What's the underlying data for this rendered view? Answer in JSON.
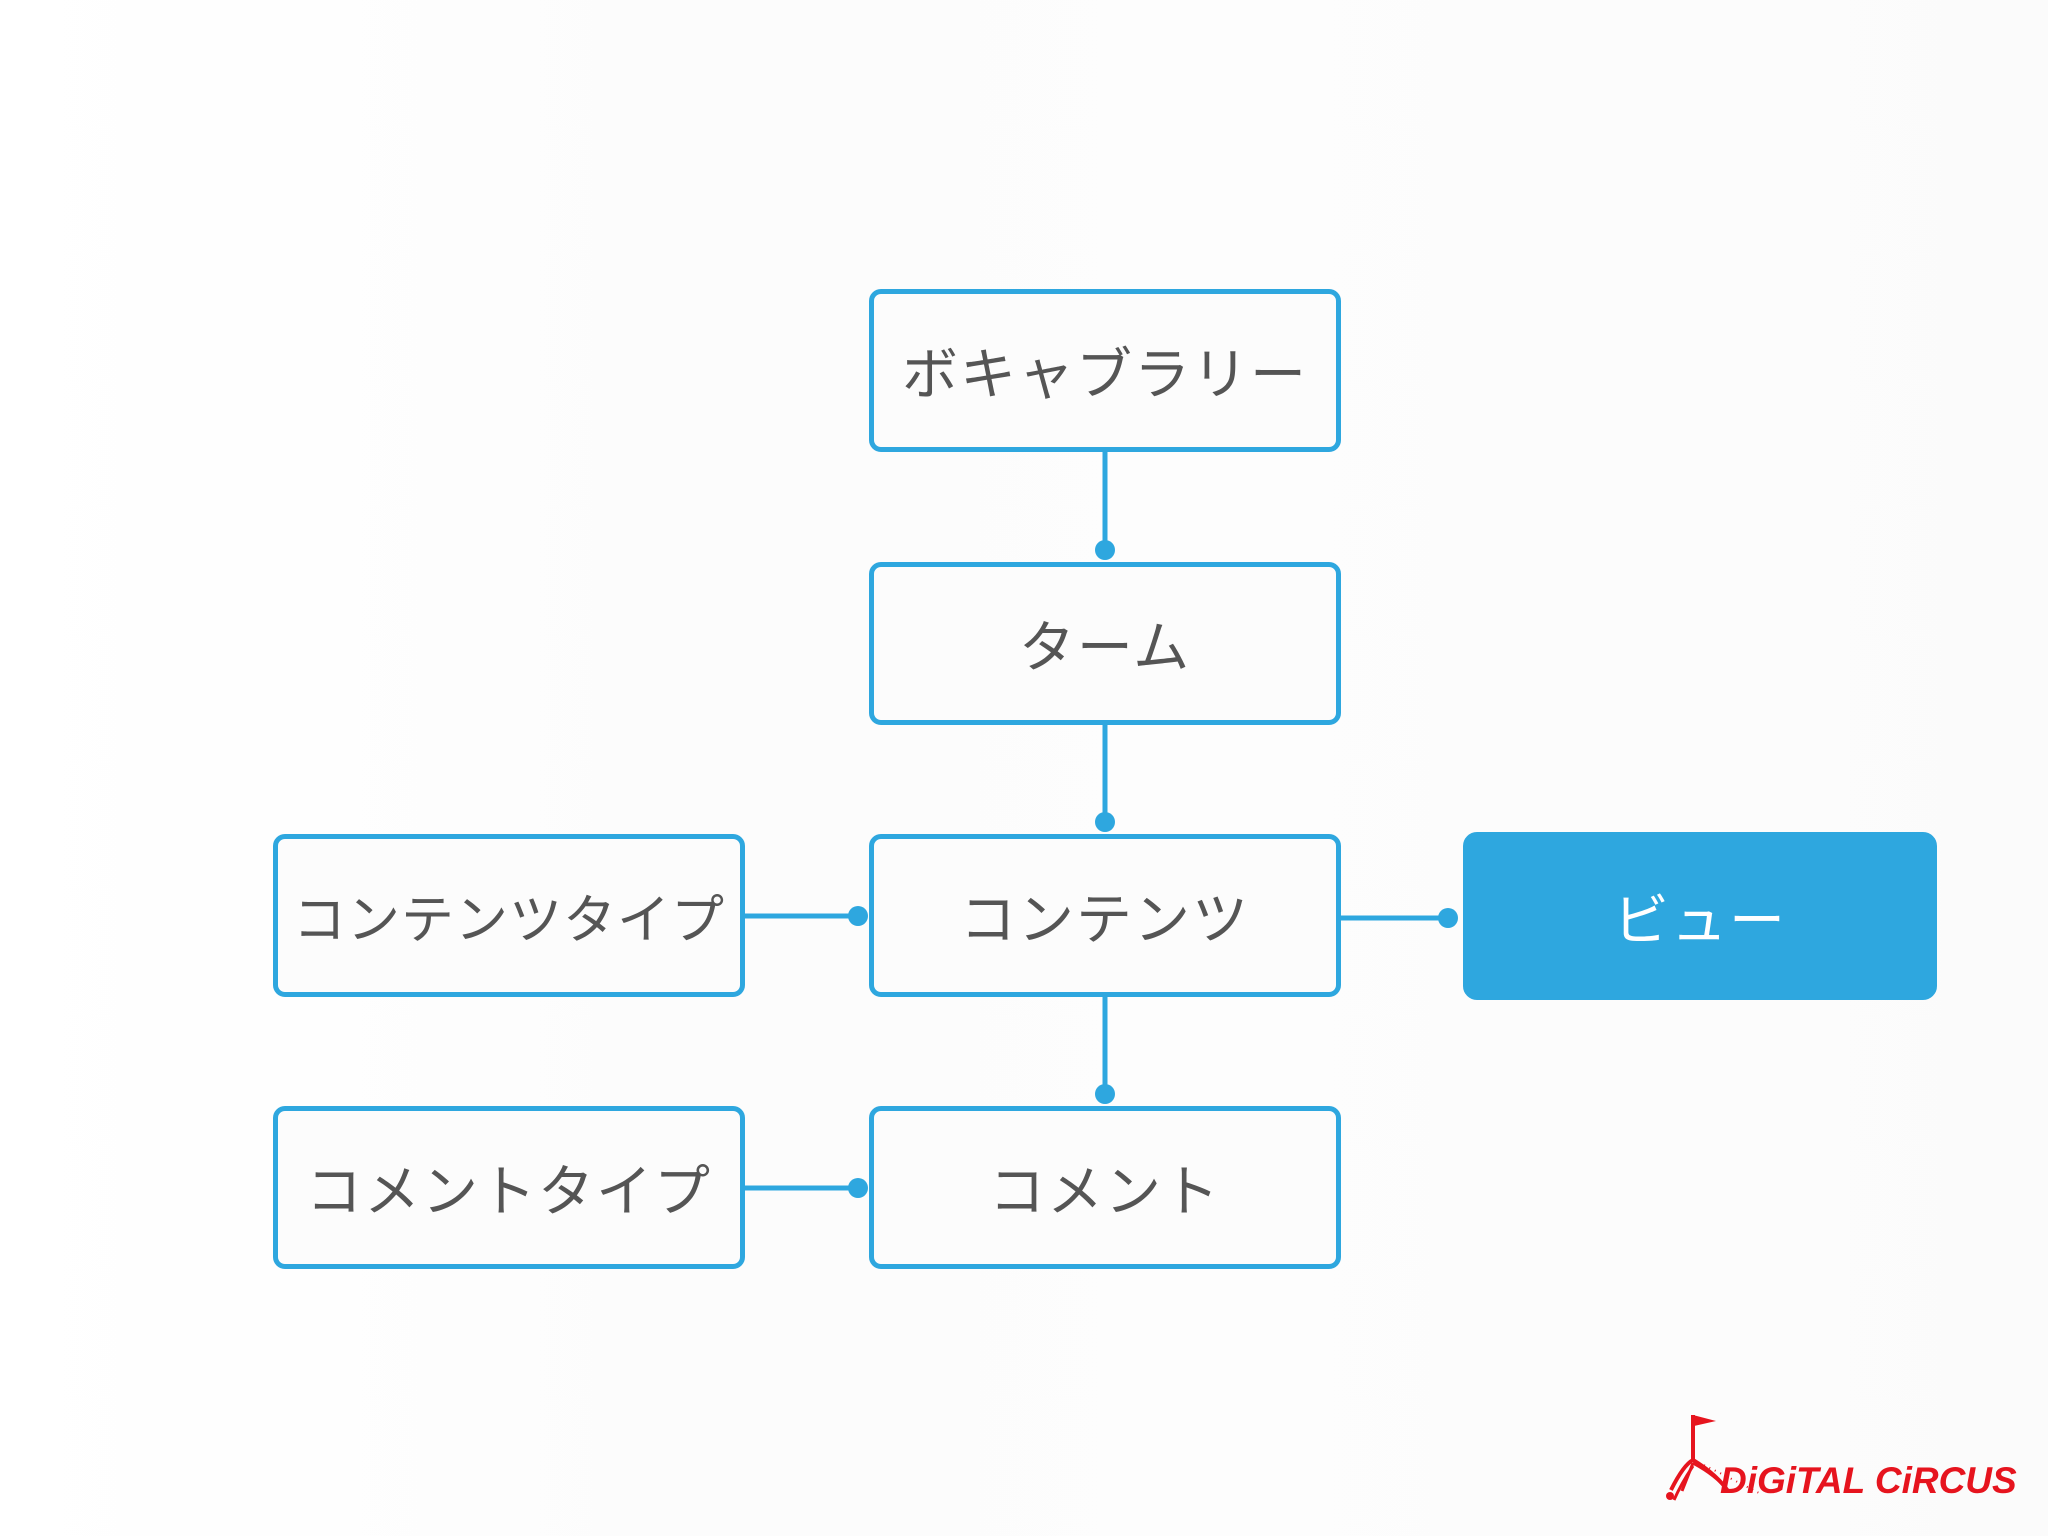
{
  "nodes": {
    "vocabulary": "ボキャブラリー",
    "term": "ターム",
    "content": "コンテンツ",
    "content_type": "コンテンツタイプ",
    "comment": "コメント",
    "comment_type": "コメントタイプ",
    "view": "ビュー"
  },
  "edges": [
    {
      "from": "vocabulary",
      "to": "term"
    },
    {
      "from": "term",
      "to": "content"
    },
    {
      "from": "content_type",
      "to": "content"
    },
    {
      "from": "content",
      "to": "view"
    },
    {
      "from": "content",
      "to": "comment"
    },
    {
      "from": "comment_type",
      "to": "comment"
    }
  ],
  "logo": {
    "text": "DiGiTAL CiRCUS"
  },
  "colors": {
    "accent": "#2ea7df",
    "node_fill": "#fcfcfc",
    "node_text": "#555555",
    "highlight_text": "#ffffff",
    "logo": "#e6141e"
  }
}
